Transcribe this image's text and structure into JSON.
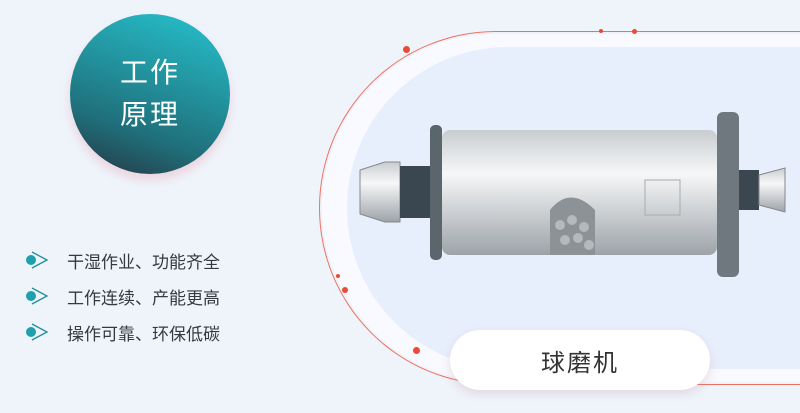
{
  "badge": {
    "line1": "工作",
    "line2": "原理"
  },
  "features": [
    "干湿作业、功能齐全",
    "工作连续、产能更高",
    "操作可靠、环保低碳"
  ],
  "product": {
    "label": "球磨机"
  },
  "colors": {
    "accent": "#ea4a3a",
    "teal": "#26aebb",
    "panel": "#e8effc"
  }
}
